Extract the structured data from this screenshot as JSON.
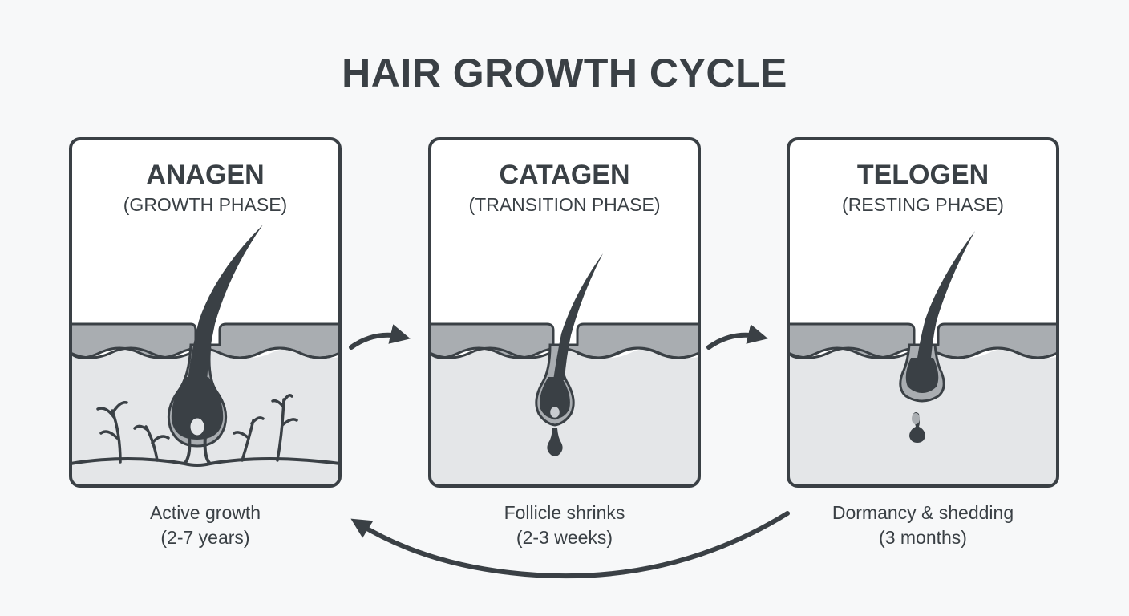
{
  "title": "HAIR GROWTH CYCLE",
  "phases": [
    {
      "name": "ANAGEN",
      "subtitle": "(GROWTH PHASE)",
      "caption_line1": "Active growth",
      "caption_line2": "(2-7 years)"
    },
    {
      "name": "CATAGEN",
      "subtitle": "(TRANSITION PHASE)",
      "caption_line1": "Follicle shrinks",
      "caption_line2": "(2-3 weeks)"
    },
    {
      "name": "TELOGEN",
      "subtitle": "(RESTING PHASE)",
      "caption_line1": "Dormancy & shedding",
      "caption_line2": "(3 months)"
    }
  ],
  "colors": {
    "ink": "#3a4045",
    "skin_surface": "#a9adb1",
    "dermis": "#e4e6e8",
    "panel_bg": "#ffffff",
    "background": "#f7f8f9"
  }
}
